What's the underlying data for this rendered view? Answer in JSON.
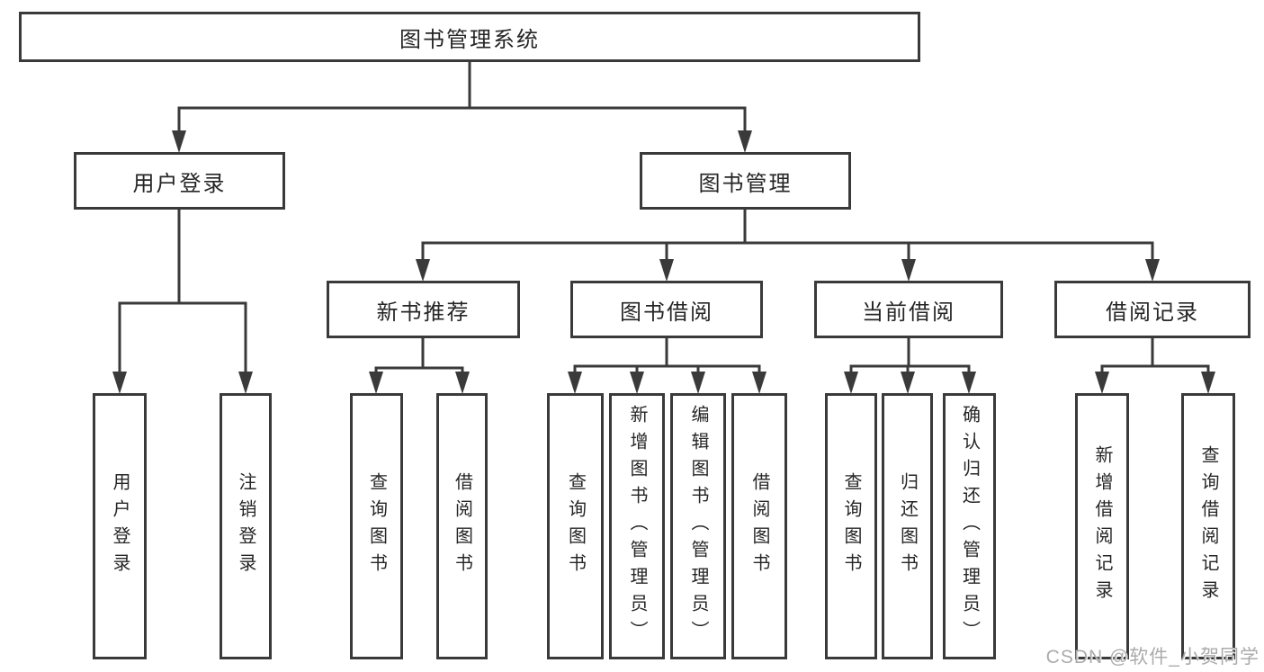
{
  "diagram": {
    "type": "tree",
    "colors": {
      "line": "#3a3a3a",
      "border": "#3a3a3a",
      "text": "#262626",
      "background": "#ffffff",
      "watermark": "#ababab"
    },
    "root": {
      "label": "图书管理系统"
    },
    "level2": [
      {
        "id": "user-login",
        "label": "用户登录",
        "children": [
          {
            "label": "用户登录"
          },
          {
            "label": "注销登录"
          }
        ]
      },
      {
        "id": "book-management",
        "label": "图书管理",
        "children": [
          {
            "id": "new-book-recommend",
            "label": "新书推荐",
            "children": [
              {
                "label": "查询图书"
              },
              {
                "label": "借阅图书"
              }
            ]
          },
          {
            "id": "book-borrowing",
            "label": "图书借阅",
            "children": [
              {
                "label": "查询图书"
              },
              {
                "label": "新增图书（管理员）"
              },
              {
                "label": "编辑图书（管理员）"
              },
              {
                "label": "借阅图书"
              }
            ]
          },
          {
            "id": "current-borrowing",
            "label": "当前借阅",
            "children": [
              {
                "label": "查询图书"
              },
              {
                "label": "归还图书"
              },
              {
                "label": "确认归还（管理员）"
              }
            ]
          },
          {
            "id": "borrowing-records",
            "label": "借阅记录",
            "children": [
              {
                "label": "新增借阅记录"
              },
              {
                "label": "查询借阅记录"
              }
            ]
          }
        ]
      }
    ]
  },
  "watermark": {
    "text": "CSDN @软件_小贺同学"
  }
}
